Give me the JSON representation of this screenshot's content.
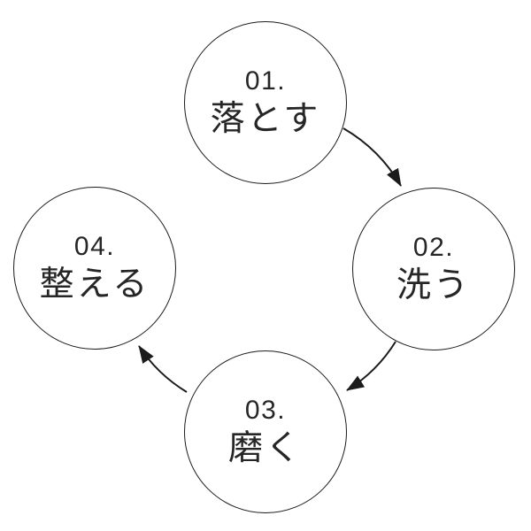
{
  "diagram": {
    "type": "cycle",
    "background_color": "#ffffff",
    "stroke_color": "#1b1b1b",
    "text_color": "#262626",
    "steps": [
      {
        "number": "01.",
        "label": "落とす",
        "position": "top"
      },
      {
        "number": "02.",
        "label": "洗う",
        "position": "right"
      },
      {
        "number": "03.",
        "label": "磨く",
        "position": "bottom"
      },
      {
        "number": "04.",
        "label": "整える",
        "position": "left"
      }
    ],
    "arrows": [
      {
        "from": "01.",
        "to": "02."
      },
      {
        "from": "02.",
        "to": "03."
      },
      {
        "from": "03.",
        "to": "04."
      }
    ]
  }
}
